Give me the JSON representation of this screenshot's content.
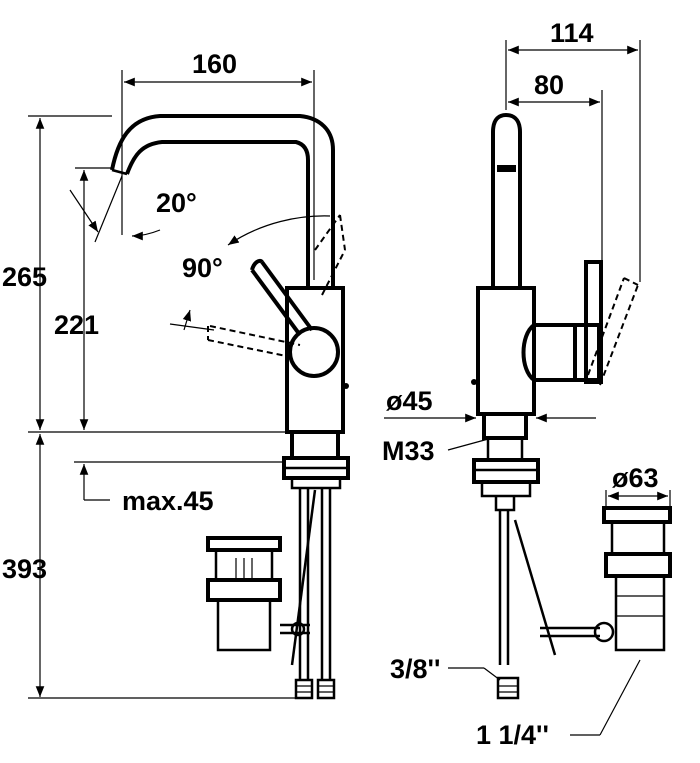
{
  "labels": {
    "dim_160": "160",
    "dim_114": "114",
    "dim_80": "80",
    "dim_20deg": "20°",
    "dim_90deg": "90°",
    "dim_265": "265",
    "dim_221": "221",
    "dim_393": "393",
    "dim_max45": "max.45",
    "dim_d45": "ø45",
    "dim_m33": "M33",
    "dim_d63": "ø63",
    "dim_3_8": "3/8''",
    "dim_1_1_4": "1 1/4''"
  }
}
